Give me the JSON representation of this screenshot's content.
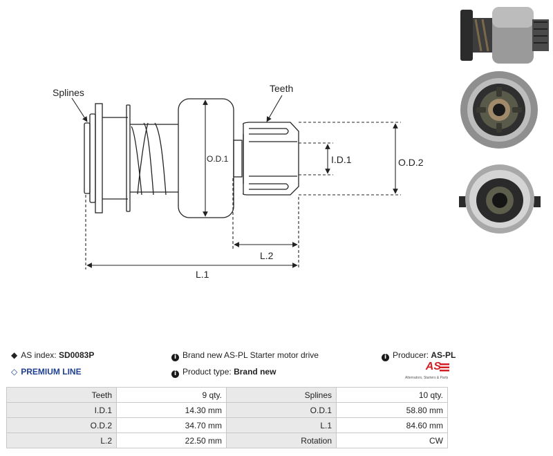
{
  "drawing": {
    "labels": {
      "splines": "Splines",
      "teeth": "Teeth",
      "od1": "O.D.1",
      "id1": "I.D.1",
      "od2": "O.D.2",
      "l2": "L.2",
      "l1": "L.1"
    }
  },
  "info": {
    "as_index_label": "AS index:",
    "as_index_value": "SD0083P",
    "premium": "PREMIUM LINE",
    "description": "Brand new AS-PL Starter motor drive",
    "product_type_label": "Product type:",
    "product_type_value": "Brand new",
    "producer_label": "Producer:",
    "producer_value": "AS-PL"
  },
  "logo": {
    "mark": "AS",
    "subtitle": "Alternators, Starters & Parts"
  },
  "specs": [
    {
      "k1": "Teeth",
      "v1": "9 qty.",
      "k2": "Splines",
      "v2": "10 qty."
    },
    {
      "k1": "I.D.1",
      "v1": "14.30 mm",
      "k2": "O.D.1",
      "v2": "58.80 mm"
    },
    {
      "k1": "O.D.2",
      "v1": "34.70 mm",
      "k2": "L.1",
      "v2": "84.60 mm"
    },
    {
      "k1": "L.2",
      "v1": "22.50 mm",
      "k2": "Rotation",
      "v2": "CW"
    }
  ]
}
